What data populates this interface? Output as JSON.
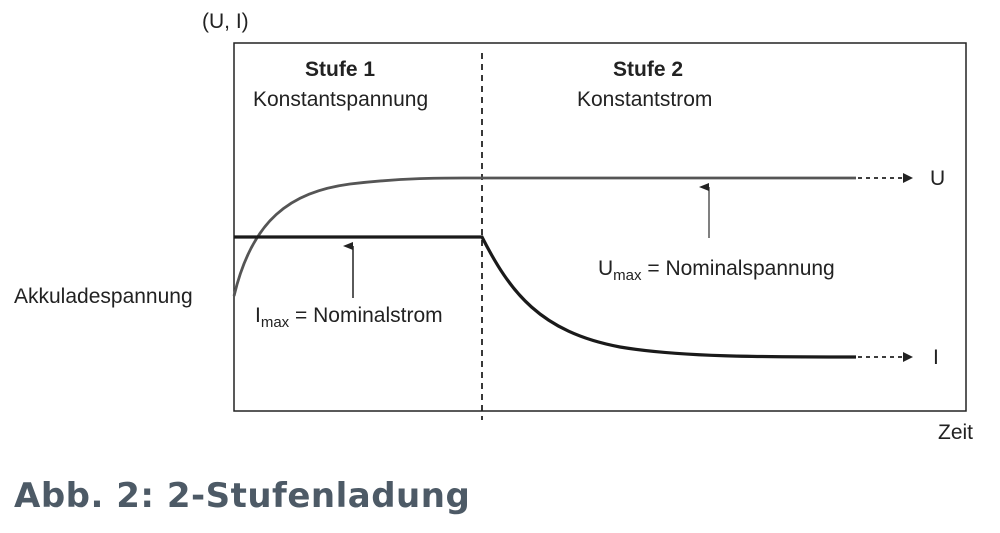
{
  "diagram": {
    "axis_y_label": "(U, I)",
    "axis_x_label": "Zeit",
    "start_label": "Akkuladespannung",
    "stage1": {
      "title": "Stufe 1",
      "mode": "Konstantspannung"
    },
    "stage2": {
      "title": "Stufe 2",
      "mode": "Konstantstrom"
    },
    "curve_u_label": "U",
    "curve_i_label": "I",
    "imax": {
      "symbol": "I",
      "subscript": "max",
      "text": " = Nominalstrom"
    },
    "umax": {
      "symbol": "U",
      "subscript": "max",
      "text": " = Nominalspannung"
    }
  },
  "caption": "Abb. 2: 2-Stufenladung",
  "colors": {
    "line": "#222222",
    "caption": "#4d5a66"
  }
}
